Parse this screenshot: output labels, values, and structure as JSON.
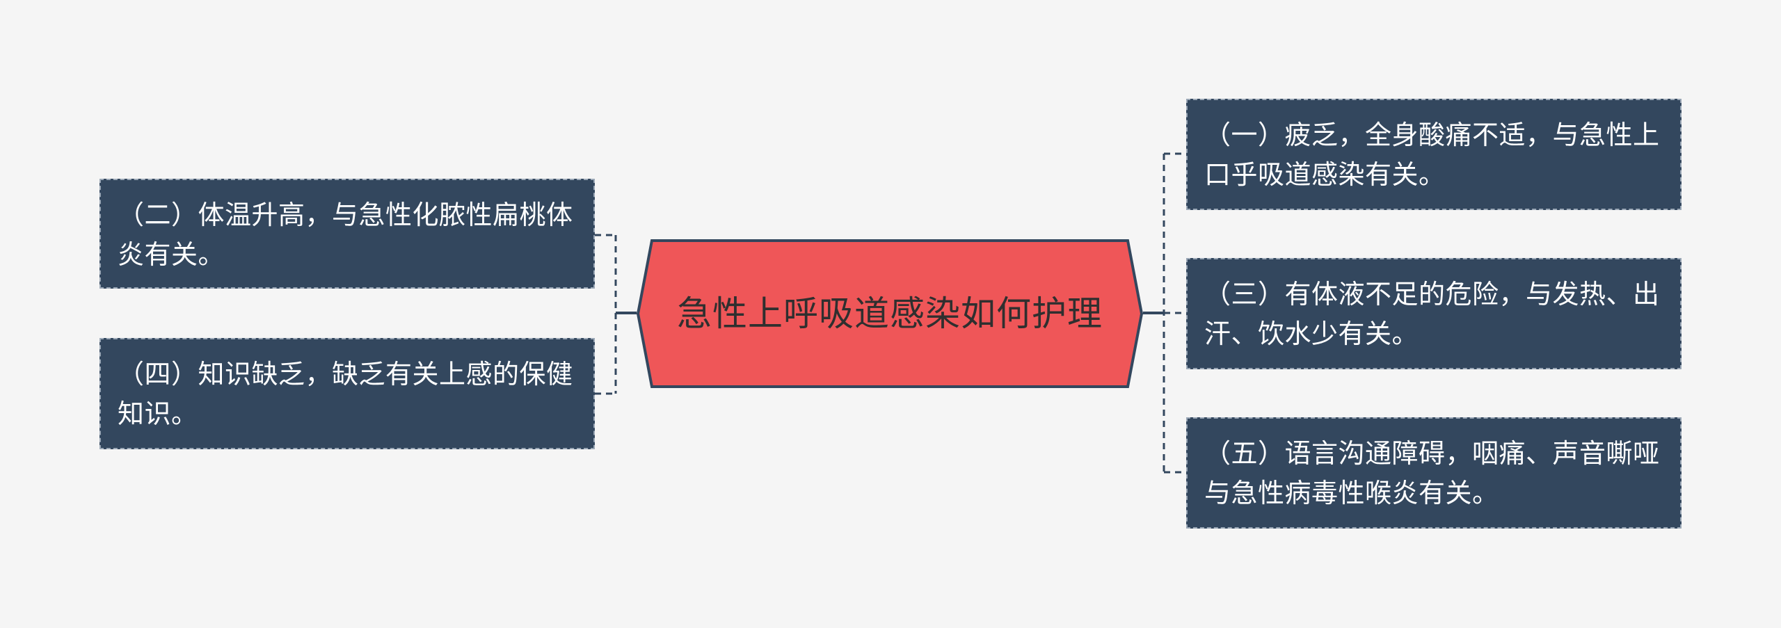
{
  "center": {
    "title": "急性上呼吸道感染如何护理"
  },
  "left_nodes": [
    {
      "label": "（二）体温升高，与急性化脓性扁桃体炎有关。"
    },
    {
      "label": "（四）知识缺乏，缺乏有关上感的保健知识。"
    }
  ],
  "right_nodes": [
    {
      "label": "（一）疲乏，全身酸痛不适，与急性上口乎吸道感染有关。"
    },
    {
      "label": "（三）有体液不足的危险，与发热、出汗、饮水少有关。"
    },
    {
      "label": "（五）语言沟通障碍，咽痛、声音嘶哑与急性病毒性喉炎有关。"
    }
  ],
  "colors": {
    "background": "#f5f5f5",
    "center_fill": "#ef5658",
    "center_border": "#33475e",
    "leaf_fill": "#33475e",
    "leaf_text": "#ffffff",
    "connector": "#33475e"
  }
}
